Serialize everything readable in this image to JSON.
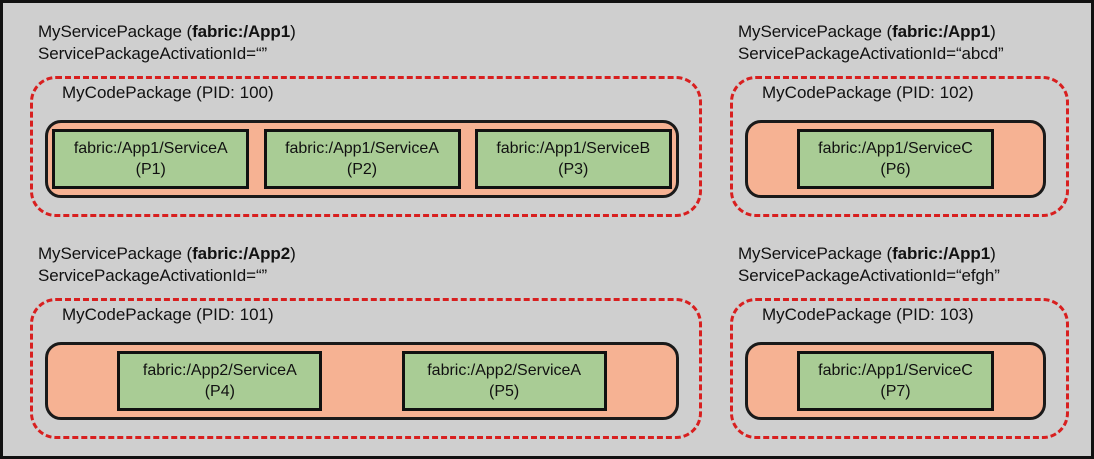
{
  "diagram": {
    "title": "Service Fabric service package / code package layout",
    "background_color": "#cfcfcf",
    "border_color": "#111111",
    "dashed_group_color": "#d81f1f",
    "code_package_color": "#f6b293",
    "service_color": "#a9cc95"
  },
  "groups": [
    {
      "id": "sp-app1-empty",
      "caption_line1_prefix": "MyServicePackage (",
      "caption_line1_bold": "fabric:/App1",
      "caption_line1_suffix": ")",
      "caption_line2": "ServicePackageActivationId=“”",
      "code_package": {
        "label": "MyCodePackage (PID: 100)",
        "services": [
          {
            "name": "fabric:/App1/ServiceA",
            "replica": "(P1)"
          },
          {
            "name": "fabric:/App1/ServiceA",
            "replica": "(P2)"
          },
          {
            "name": "fabric:/App1/ServiceB",
            "replica": "(P3)"
          }
        ]
      }
    },
    {
      "id": "sp-app1-abcd",
      "caption_line1_prefix": "MyServicePackage (",
      "caption_line1_bold": "fabric:/App1",
      "caption_line1_suffix": ")",
      "caption_line2": "ServicePackageActivationId=“abcd”",
      "code_package": {
        "label": "MyCodePackage (PID: 102)",
        "services": [
          {
            "name": "fabric:/App1/ServiceC",
            "replica": "(P6)"
          }
        ]
      }
    },
    {
      "id": "sp-app2-empty",
      "caption_line1_prefix": "MyServicePackage (",
      "caption_line1_bold": "fabric:/App2",
      "caption_line1_suffix": ")",
      "caption_line2": "ServicePackageActivationId=“”",
      "code_package": {
        "label": "MyCodePackage (PID: 101)",
        "services": [
          {
            "name": "fabric:/App2/ServiceA",
            "replica": "(P4)"
          },
          {
            "name": "fabric:/App2/ServiceA",
            "replica": "(P5)"
          }
        ]
      }
    },
    {
      "id": "sp-app1-efgh",
      "caption_line1_prefix": "MyServicePackage (",
      "caption_line1_bold": "fabric:/App1",
      "caption_line1_suffix": ")",
      "caption_line2": "ServicePackageActivationId=“efgh”",
      "code_package": {
        "label": "MyCodePackage (PID: 103)",
        "services": [
          {
            "name": "fabric:/App1/ServiceC",
            "replica": "(P7)"
          }
        ]
      }
    }
  ]
}
